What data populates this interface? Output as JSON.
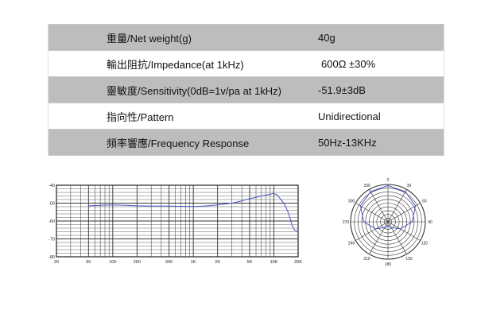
{
  "spec_table": {
    "rows": [
      {
        "label": "重量/Net weight(g)",
        "value": "40g"
      },
      {
        "label": "輸出阻抗/Impedance(at 1kHz)",
        "value": "600Ω ±30%"
      },
      {
        "label": "靈敏度/Sensitivity(0dB=1v/pa at 1kHz)",
        "value": "-51.9±3dB"
      },
      {
        "label": "指向性/Pattern",
        "value": "Unidirectional"
      },
      {
        "label": "頻率響應/Frequency Response",
        "value": "50Hz-13KHz"
      }
    ]
  },
  "chart_data": [
    {
      "type": "line",
      "title": "",
      "xlabel": "",
      "ylabel": "",
      "x_scale": "log",
      "xlim": [
        20,
        20000
      ],
      "ylim": [
        -80,
        -40
      ],
      "grid": true,
      "x_ticks": [
        {
          "value": 20,
          "label": "20"
        },
        {
          "value": 50,
          "label": "50"
        },
        {
          "value": 100,
          "label": "100"
        },
        {
          "value": 200,
          "label": "200"
        },
        {
          "value": 500,
          "label": "500"
        },
        {
          "value": 1000,
          "label": "1K"
        },
        {
          "value": 2000,
          "label": "2K"
        },
        {
          "value": 5000,
          "label": "5K"
        },
        {
          "value": 10000,
          "label": "10K"
        },
        {
          "value": 20000,
          "label": "20K"
        }
      ],
      "y_ticks": [
        {
          "value": -40,
          "label": "-40"
        },
        {
          "value": -50,
          "label": "-50"
        },
        {
          "value": -60,
          "label": "-60"
        },
        {
          "value": -70,
          "label": "-70"
        },
        {
          "value": -80,
          "label": "-80"
        }
      ],
      "series": [
        {
          "color": "#4a55c8",
          "x": [
            50,
            70,
            100,
            150,
            200,
            300,
            500,
            700,
            1000,
            1500,
            2000,
            3000,
            4000,
            5000,
            6000,
            7000,
            8000,
            9000,
            10000,
            11000,
            12000,
            13000,
            14000,
            15000,
            16000,
            17000,
            18000,
            20000
          ],
          "y": [
            -51.5,
            -51.2,
            -51.0,
            -51.2,
            -51.5,
            -51.6,
            -51.7,
            -51.8,
            -51.9,
            -51.5,
            -51.0,
            -50.0,
            -48.8,
            -47.5,
            -46.8,
            -46.0,
            -45.5,
            -45.0,
            -44.5,
            -45.5,
            -47.5,
            -49.5,
            -52.0,
            -55.0,
            -59.0,
            -63.0,
            -65.0,
            -66.0
          ]
        }
      ]
    },
    {
      "type": "polar",
      "title": "",
      "angle_labels": [
        {
          "angle": 0,
          "label": "0"
        },
        {
          "angle": 30,
          "label": "30"
        },
        {
          "angle": 60,
          "label": "60"
        },
        {
          "angle": 90,
          "label": "90"
        },
        {
          "angle": 120,
          "label": "120"
        },
        {
          "angle": 150,
          "label": "150"
        },
        {
          "angle": 180,
          "label": "180"
        },
        {
          "angle": 210,
          "label": "210"
        },
        {
          "angle": 240,
          "label": "240"
        },
        {
          "angle": 270,
          "label": "270"
        },
        {
          "angle": 300,
          "label": "300"
        },
        {
          "angle": 330,
          "label": "330"
        }
      ],
      "rings": 10,
      "series": [
        {
          "color": "#4a55c8",
          "theta": [
            0,
            30,
            60,
            90,
            120,
            150,
            180,
            210,
            240,
            270,
            300,
            330,
            360
          ],
          "r": [
            0.97,
            0.93,
            0.85,
            0.65,
            0.38,
            0.18,
            0.12,
            0.18,
            0.38,
            0.65,
            0.85,
            0.93,
            0.97
          ]
        }
      ]
    }
  ]
}
